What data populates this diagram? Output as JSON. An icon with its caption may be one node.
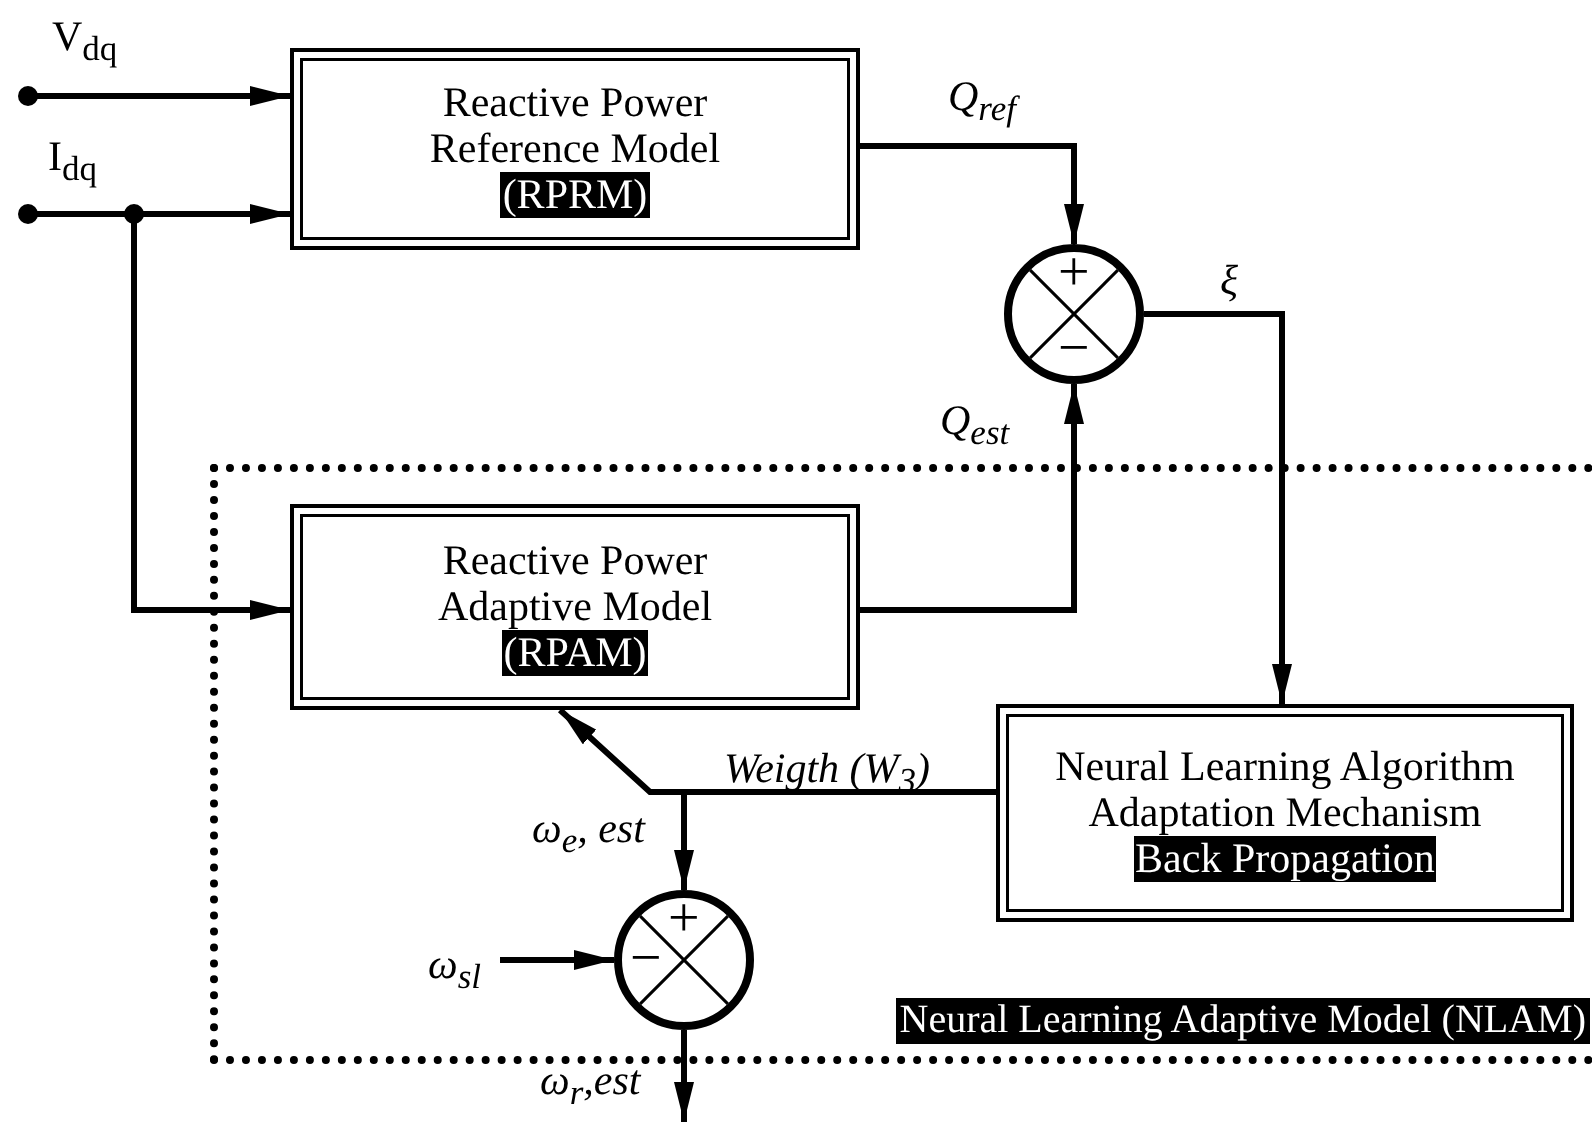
{
  "diagram": {
    "nodes": [
      {
        "text": [
          "Neural Learning Adaptive Model (NLAM)"
        ]
      },
      {
        "text": [
          "Reactive Power Reference Model",
          "(RPRM)"
        ]
      },
      {
        "text": [
          "+",
          "−"
        ]
      },
      {
        "text": [
          "Reactive Power Adaptive Model",
          "(RPAM)"
        ],
        "in": 0
      },
      {
        "text": [
          "Neural Learning Algorithm Adaptation Mechanism",
          "Back Propagation"
        ],
        "in": 0
      },
      {
        "text": [
          "+",
          "−"
        ],
        "in": 0
      }
    ],
    "edges": [
      {
        "from": null,
        "to": 1,
        "arrow": "to",
        "label": "V$_{dq}$"
      },
      {
        "from": null,
        "to": 1,
        "arrow": "to",
        "label": "I$_{dq}$"
      },
      {
        "from": null,
        "to": 3,
        "arrow": "to"
      },
      {
        "from": 1,
        "to": 2,
        "arrow": "to",
        "label": "Q$_{ref}$"
      },
      {
        "from": 3,
        "to": 2,
        "arrow": "to",
        "label": "Q$_{est}$"
      },
      {
        "from": 2,
        "to": 4,
        "arrow": "to",
        "label": "ξ"
      },
      {
        "from": 4,
        "to": 3,
        "arrow": "to",
        "label": "Weigth (W$_{3}$)"
      },
      {
        "from": 4,
        "to": 5,
        "arrow": "to",
        "label": "ω$_{e}$, est"
      },
      {
        "from": null,
        "to": 5,
        "arrow": "to",
        "label": "ω$_{sl}$"
      },
      {
        "from": 5,
        "to": null,
        "arrow": "to",
        "label": "ω$_{r}$,est"
      }
    ]
  }
}
